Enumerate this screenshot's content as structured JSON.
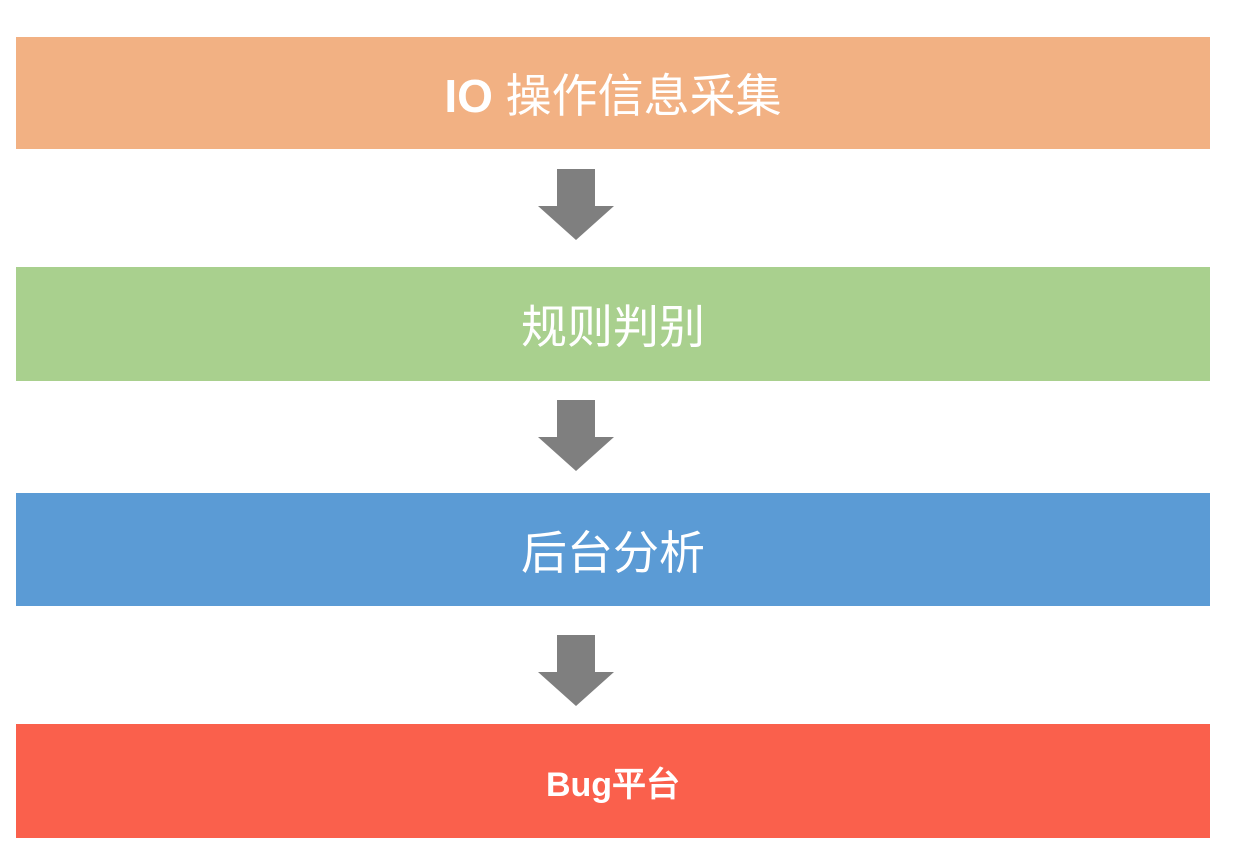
{
  "diagram": {
    "type": "flowchart",
    "direction": "top-to-bottom",
    "steps": [
      {
        "prefix": "IO ",
        "label": "操作信息采集",
        "color": "#F2B183",
        "text_color": "#FFFFFF"
      },
      {
        "prefix": "",
        "label": "规则判别",
        "color": "#A9D08E",
        "text_color": "#FFFFFF"
      },
      {
        "prefix": "",
        "label": "后台分析",
        "color": "#5B9BD5",
        "text_color": "#FFFFFF"
      },
      {
        "prefix": "Bug",
        "label": "平台",
        "color": "#FA604C",
        "text_color": "#FFFFFF"
      }
    ],
    "connector": {
      "shape": "down-arrow",
      "color": "#7F7F7F",
      "count": 3
    }
  }
}
